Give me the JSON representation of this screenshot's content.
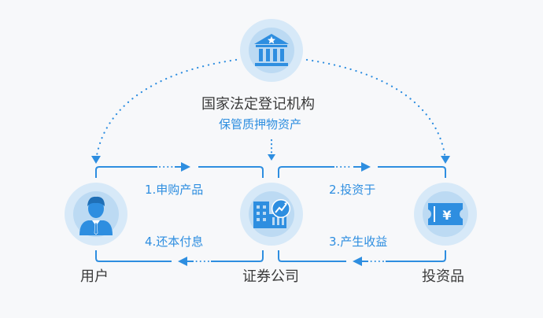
{
  "registry": {
    "title": "国家法定登记机构",
    "subtitle": "保管质押物资产"
  },
  "nodes": {
    "user": "用户",
    "broker": "证券公司",
    "investment": "投资品"
  },
  "steps": {
    "s1": "1.申购产品",
    "s2": "2.投资于",
    "s3": "3.产生收益",
    "s4": "4.还本付息"
  },
  "colors": {
    "accent": "#2e8ee0",
    "circle_outer": "#d7e9f8",
    "circle_inner": "#bcdaf3",
    "text": "#3a3a3a"
  }
}
